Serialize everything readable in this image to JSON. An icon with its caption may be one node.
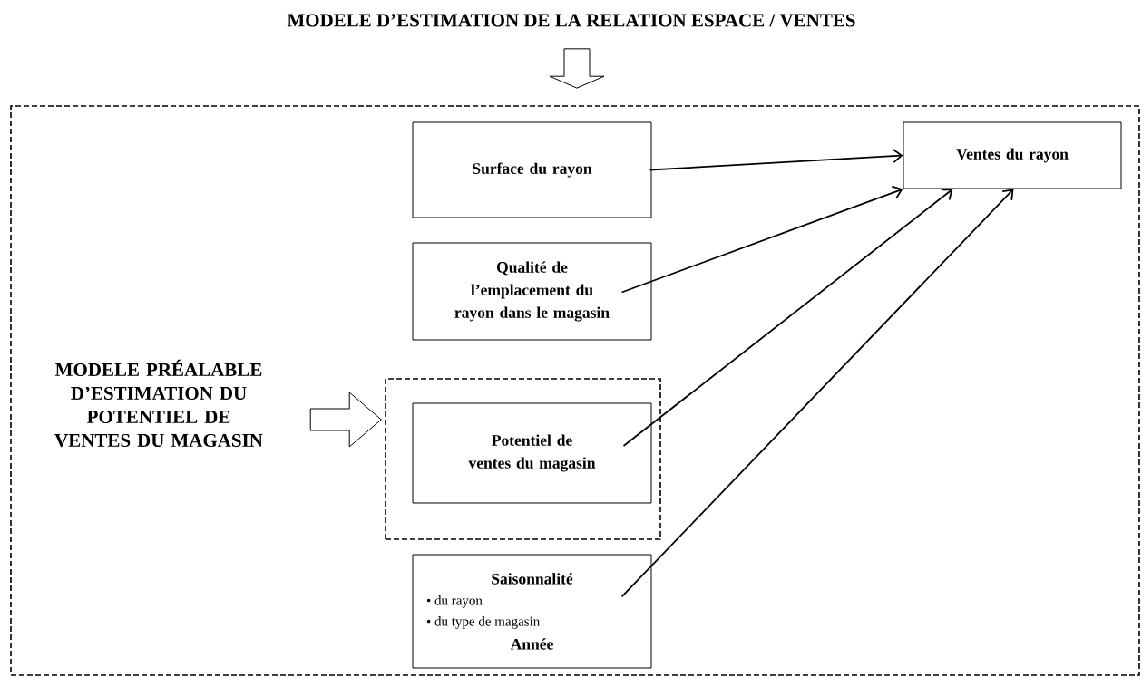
{
  "diagram": {
    "nodes": [
      {
        "text": [
          "MODELE D’ESTIMATION DE LA RELATION ESPACE / VENTES"
        ]
      },
      {
        "text": [],
        "shape": "box"
      },
      {
        "text": [
          "Surface du rayon"
        ],
        "in": 1
      },
      {
        "text": [
          "Ventes du rayon"
        ],
        "in": 1
      },
      {
        "text": [
          "Qualité de l’emplacement du rayon dans le magasin"
        ],
        "in": 1
      },
      {
        "text": [
          "MODELE PRÉALABLE D’ESTIMATION DU POTENTIEL DE VENTES DU MAGASIN"
        ],
        "in": 1
      },
      {
        "text": [],
        "shape": "box",
        "in": 1
      },
      {
        "text": [
          "Potentiel de ventes du magasin"
        ],
        "in": 6
      },
      {
        "text": [
          "Saisonnalité",
          "• du rayon",
          "• du type de magasin",
          "Année"
        ],
        "in": 1
      }
    ],
    "edges": [
      {
        "from": 0,
        "to": 1,
        "arrow": "to",
        "style": "thick"
      },
      {
        "from": 2,
        "to": 3,
        "arrow": "to"
      },
      {
        "from": 4,
        "to": 3,
        "arrow": "to"
      },
      {
        "from": 7,
        "to": 3,
        "arrow": "to"
      },
      {
        "from": 8,
        "to": 3,
        "arrow": "to"
      },
      {
        "from": 5,
        "to": 6,
        "arrow": "to",
        "style": "thick"
      }
    ]
  }
}
